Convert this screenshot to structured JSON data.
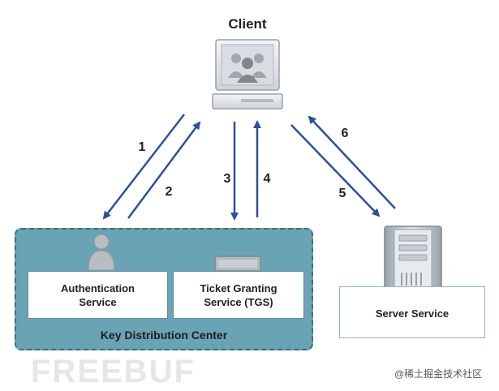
{
  "client": {
    "label": "Client"
  },
  "kdc": {
    "label": "Key Distribution Center",
    "authentication_service": {
      "line1": "Authentication",
      "line2": "Service"
    },
    "ticket_granting_service": {
      "line1": "Ticket Granting",
      "line2": "Service (TGS)"
    }
  },
  "server": {
    "label": "Server Service"
  },
  "arrows": [
    {
      "step": "1"
    },
    {
      "step": "2"
    },
    {
      "step": "3"
    },
    {
      "step": "4"
    },
    {
      "step": "5"
    },
    {
      "step": "6"
    }
  ],
  "watermark": {
    "text": "FREEBUF"
  },
  "credit": {
    "text": "@稀土掘金技术社区"
  },
  "colors": {
    "arrow": "#2e4f9b",
    "kdc_fill": "#6aa3b4",
    "kdc_border": "#3f6f80"
  }
}
